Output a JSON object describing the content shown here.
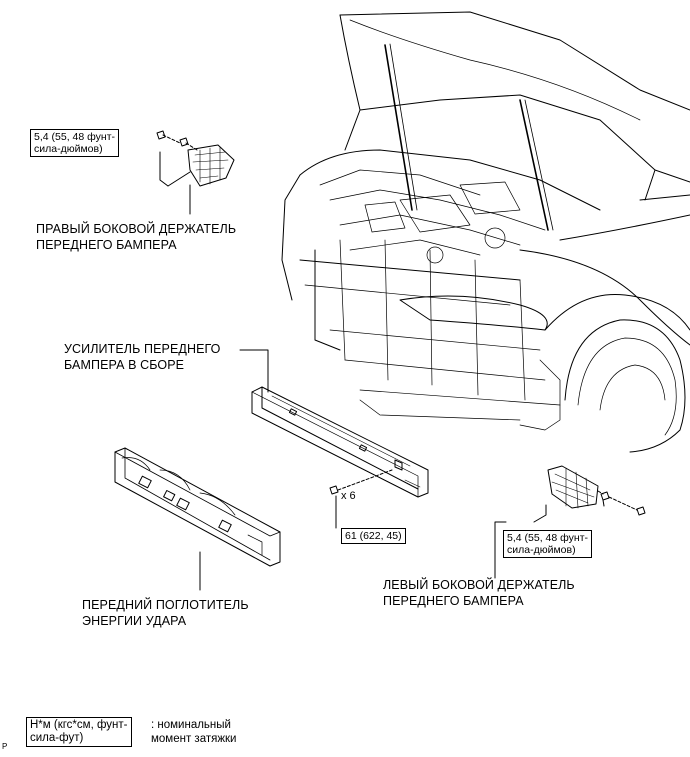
{
  "labels": {
    "right_bracket": [
      "ПРАВЫЙ БОКОВОЙ ДЕРЖАТЕЛЬ",
      "ПЕРЕДНЕГО БАМПЕРА"
    ],
    "reinforcement": [
      "УСИЛИТЕЛЬ ПЕРЕДНЕГО",
      "БАМПЕРА В СБОРЕ"
    ],
    "absorber": [
      "ПЕРЕДНИЙ ПОГЛОТИТЕЛЬ",
      "ЭНЕРГИИ УДАРА"
    ],
    "left_bracket": [
      "ЛЕВЫЙ БОКОВОЙ ДЕРЖАТЕЛЬ",
      "ПЕРЕДНЕГО БАМПЕРА"
    ]
  },
  "torque": {
    "right": [
      "5,4 (55, 48 фунт-",
      "сила-дюймов)"
    ],
    "left": [
      "5,4 (55, 48 фунт-",
      "сила-дюймов)"
    ],
    "center": "61 (622, 45)",
    "count": "x 6"
  },
  "legend": {
    "box": [
      "Н*м (кгс*см, фунт-",
      "сила-фут)"
    ],
    "text": [
      ": номинальный",
      "момент затяжки"
    ]
  },
  "corner_mark": "P"
}
